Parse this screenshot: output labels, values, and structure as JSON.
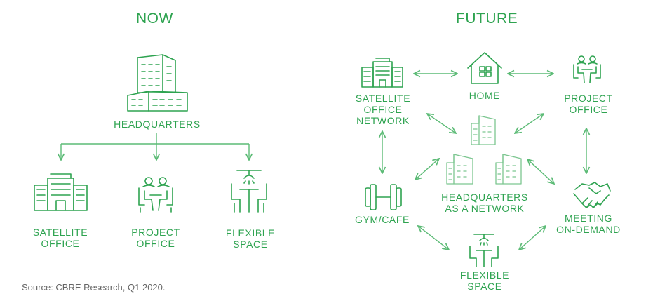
{
  "now": {
    "title": "NOW",
    "headquarters": "HEADQUARTERS",
    "satellite": [
      "SATELLITE",
      "OFFICE"
    ],
    "project": [
      "PROJECT",
      "OFFICE"
    ],
    "flexible": [
      "FLEXIBLE",
      "SPACE"
    ]
  },
  "future": {
    "title": "FUTURE",
    "satellite_network": [
      "SATELLITE",
      "OFFICE",
      "NETWORK"
    ],
    "home": "HOME",
    "project": [
      "PROJECT",
      "OFFICE"
    ],
    "hq_network": [
      "HEADQUARTERS",
      "AS A NETWORK"
    ],
    "gym": "GYM/CAFE",
    "meeting": [
      "MEETING",
      "ON-DEMAND"
    ],
    "flexible": [
      "FLEXIBLE",
      "SPACE"
    ]
  },
  "source": "Source: CBRE Research, Q1 2020.",
  "colors": {
    "accent": "#2ea350",
    "light": "#7cc690",
    "source_text": "#666666"
  },
  "icons": [
    "building-icon",
    "office-block-icon",
    "meeting-people-icon",
    "flexible-desk-icon",
    "house-icon",
    "dumbbell-icon",
    "handshake-icon",
    "tower-icon"
  ]
}
